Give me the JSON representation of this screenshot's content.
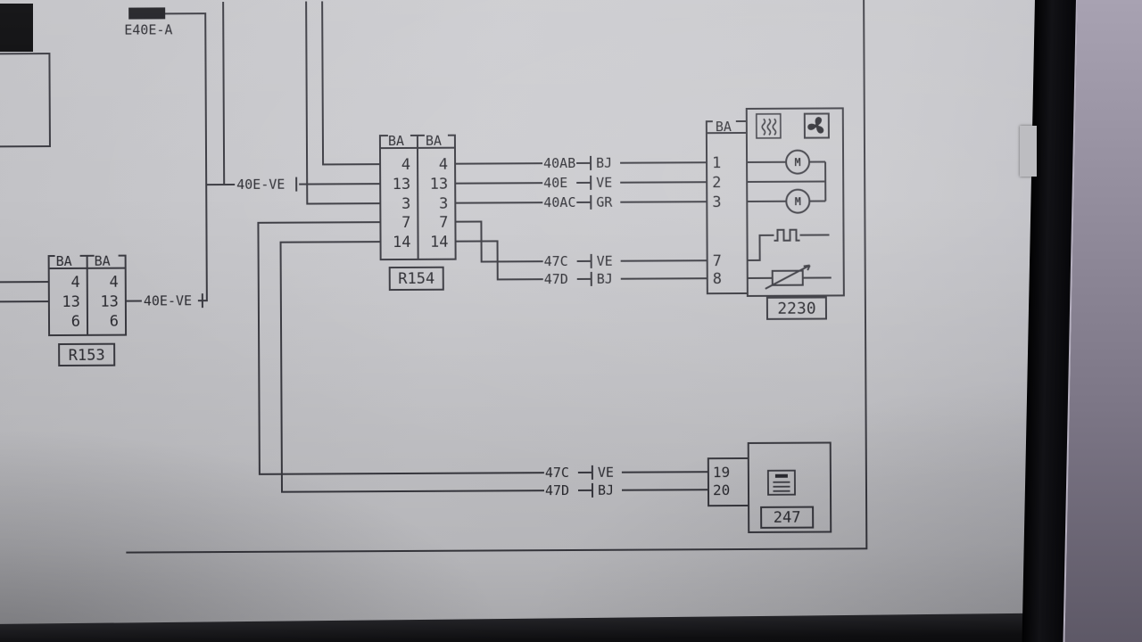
{
  "device": {
    "colors": {
      "paper": "#c7c7cb",
      "diagram_line": "#3a3a41",
      "diagram_text": "#2b2b31",
      "bezel": "#0d0d10",
      "casing_top": "#a8a2b2",
      "casing_bottom": "#615c6b",
      "bottom_bar": "#121214",
      "scrollbar_thumb": "#bdbdc1"
    }
  },
  "diagram": {
    "splice": {
      "label": "E40E-A"
    },
    "r154": {
      "id": "R154",
      "ba_left": "BA",
      "ba_right": "BA",
      "pins_left": [
        "4",
        "13",
        "3",
        "7",
        "14"
      ],
      "pins_right": [
        "4",
        "13",
        "3",
        "7",
        "14"
      ]
    },
    "r153": {
      "id": "R153",
      "ba_left": "BA",
      "ba_right": "BA",
      "pins_left": [
        "4",
        "13",
        "6"
      ],
      "pins_right": [
        "4",
        "13",
        "6"
      ]
    },
    "comp2230": {
      "id": "2230",
      "ba": "BA",
      "pins": [
        "1",
        "2",
        "3",
        "7",
        "8"
      ],
      "motor1": "M",
      "motor2": "M"
    },
    "comp247": {
      "id": "247",
      "pins": [
        "19",
        "20"
      ]
    },
    "wires": {
      "feed_r154_label": "40E-VE",
      "feed_r153_label": "40E-VE",
      "right": [
        {
          "num": "40AB",
          "col": "BJ"
        },
        {
          "num": "40E",
          "col": "VE"
        },
        {
          "num": "40AC",
          "col": "GR"
        },
        {
          "num": "47C",
          "col": "VE"
        },
        {
          "num": "47D",
          "col": "BJ"
        }
      ],
      "bottom": [
        {
          "num": "47C",
          "col": "VE"
        },
        {
          "num": "47D",
          "col": "BJ"
        }
      ]
    }
  }
}
